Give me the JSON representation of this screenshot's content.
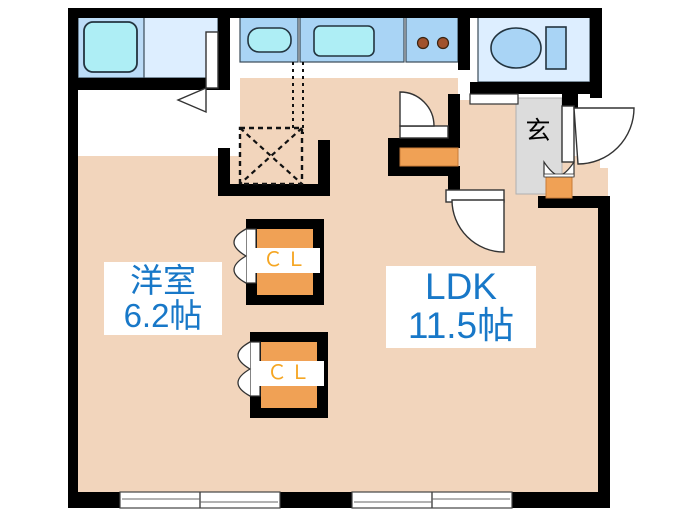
{
  "plan": {
    "title": "Apartment floor plan",
    "type": "1LDK residential unit floor plan",
    "colors": {
      "wall": "#000000",
      "floor": "#f2d5bc",
      "water_area": "#bcdcf7",
      "bathroom_floor": "#ddeeff",
      "tub_fill": "#aeeef5",
      "fixture_blue": "#a9d4f5",
      "cabinet_orange": "#f0a155",
      "label_blue": "#1878c8",
      "cl_text": "#f5a623",
      "genkan_floor": "#dcdcdc",
      "burner": "#a0522d",
      "white": "#ffffff"
    },
    "rooms": [
      {
        "id": "washitsu",
        "name_line1": "洋室",
        "name_line2": "6.2帖",
        "name_full": "洋室 6.2帖"
      },
      {
        "id": "ldk",
        "name_line1": "LDK",
        "name_line2": "11.5帖",
        "name_full": "LDK 11.5帖"
      },
      {
        "id": "genkan",
        "name_line1": "玄",
        "name_line2": "",
        "name_full": "玄"
      }
    ],
    "closets": [
      {
        "id": "closet-upper",
        "label": "ＣＬ"
      },
      {
        "id": "closet-lower",
        "label": "ＣＬ"
      }
    ],
    "fixtures": [
      {
        "id": "bathtub",
        "name": "bathtub"
      },
      {
        "id": "bathroom",
        "name": "bathroom-floor"
      },
      {
        "id": "vanity-sink",
        "name": "vanity-sink"
      },
      {
        "id": "kitchen-sink",
        "name": "kitchen-sink"
      },
      {
        "id": "cooktop",
        "name": "two-burner-cooktop"
      },
      {
        "id": "toilet",
        "name": "toilet"
      },
      {
        "id": "toilet-tank",
        "name": "toilet-tank"
      },
      {
        "id": "washer-space",
        "name": "washing-machine-space"
      },
      {
        "id": "shoe-cabinet",
        "name": "shoe-cabinet"
      },
      {
        "id": "entry-cabinet",
        "name": "entry-cabinet"
      }
    ],
    "doors": [
      {
        "id": "bath-door",
        "name": "bathroom-door"
      },
      {
        "id": "entry-door",
        "name": "entrance-door"
      },
      {
        "id": "hall-door-1",
        "name": "hall-door"
      },
      {
        "id": "hall-door-2",
        "name": "hall-door"
      },
      {
        "id": "closet-door-upper",
        "name": "closet-folding-door"
      },
      {
        "id": "closet-door-lower",
        "name": "closet-folding-door"
      }
    ],
    "windows": [
      {
        "id": "window-left",
        "name": "sliding-window-left"
      },
      {
        "id": "window-right",
        "name": "sliding-window-right"
      }
    ]
  }
}
